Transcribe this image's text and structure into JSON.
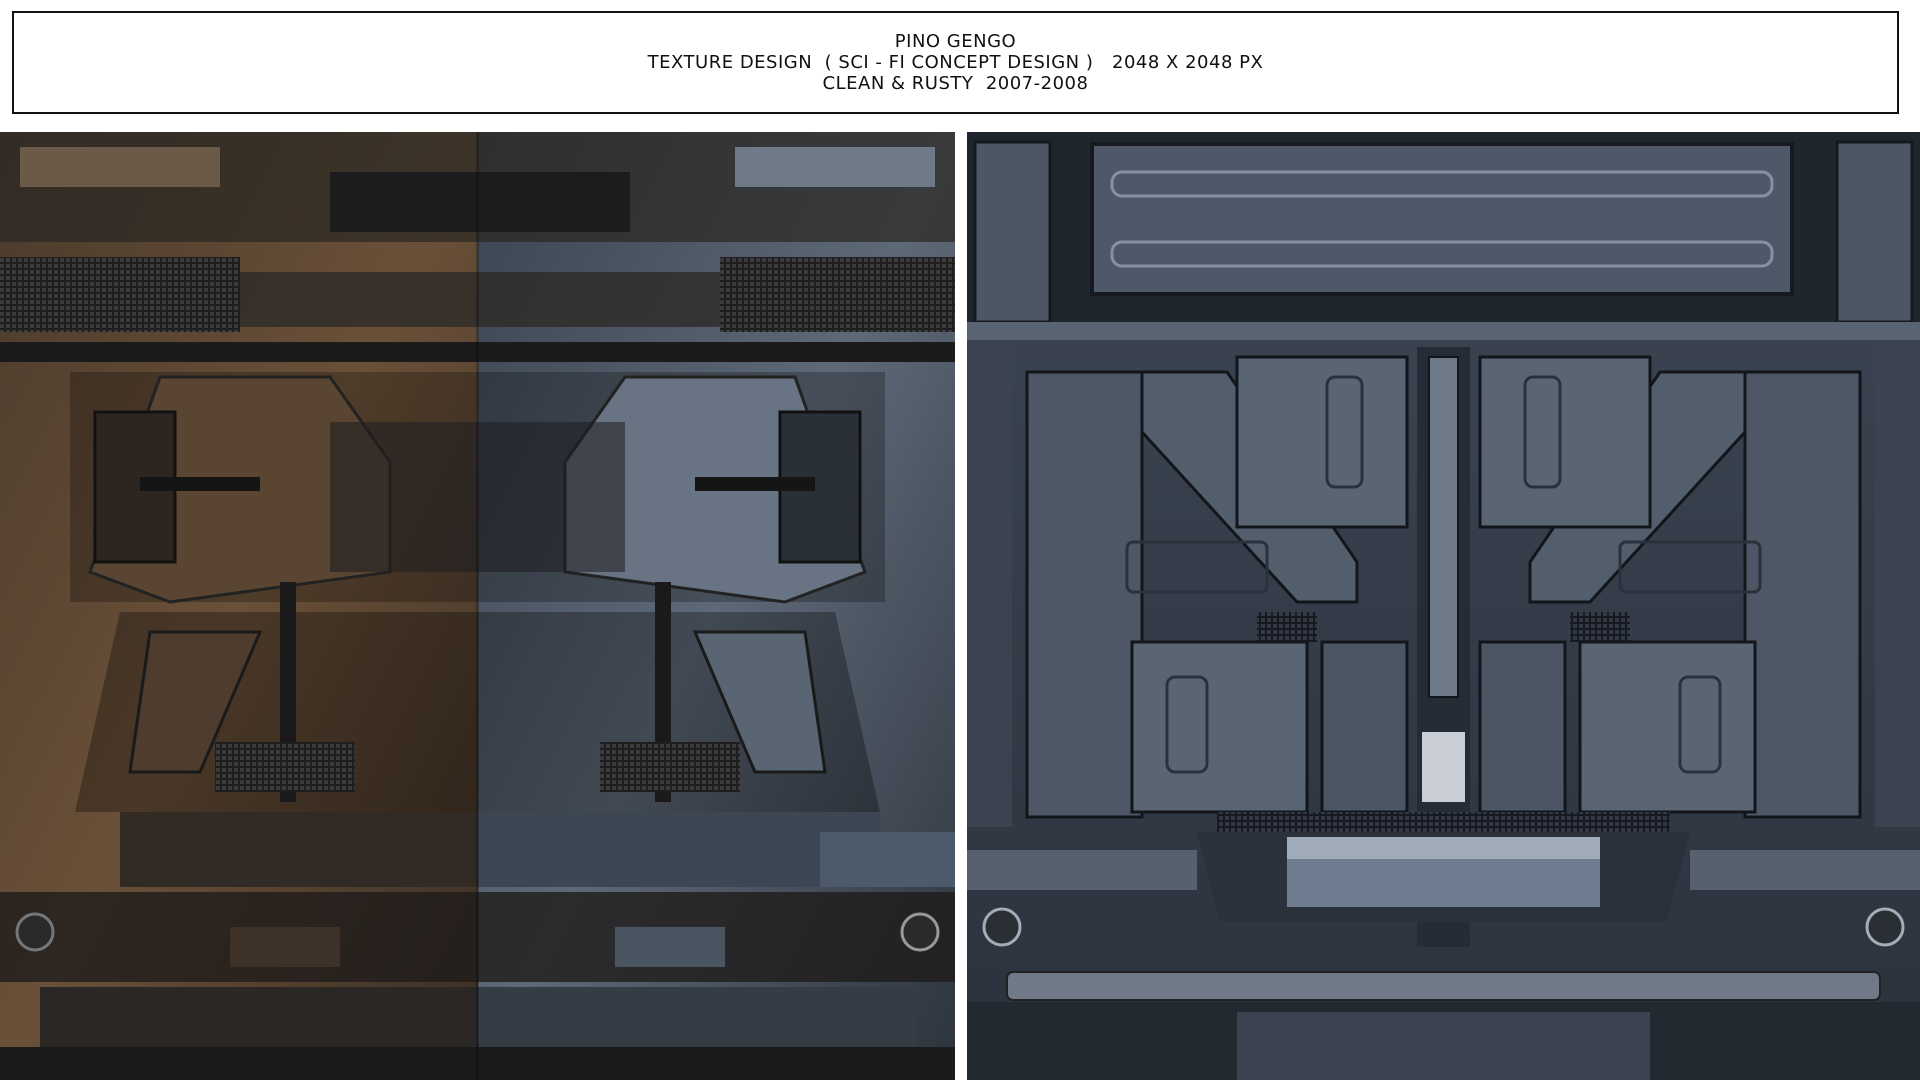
{
  "header": {
    "line1": "PINO GENGO",
    "line2": "TEXTURE DESIGN  ( SCI - FI CONCEPT DESIGN )   2048 X 2048 PX",
    "line3": "CLEAN & RUSTY  2007-2008"
  },
  "panels": [
    {
      "id": "rusty-clean-texture",
      "variant": "rusty / clean split"
    },
    {
      "id": "clean-texture",
      "variant": "clean"
    }
  ],
  "colors": {
    "rust": "#5a4634",
    "steel_dark": "#2a3038",
    "steel_mid": "#56606c",
    "steel_light": "#8a95a3",
    "frame": "#111111"
  }
}
